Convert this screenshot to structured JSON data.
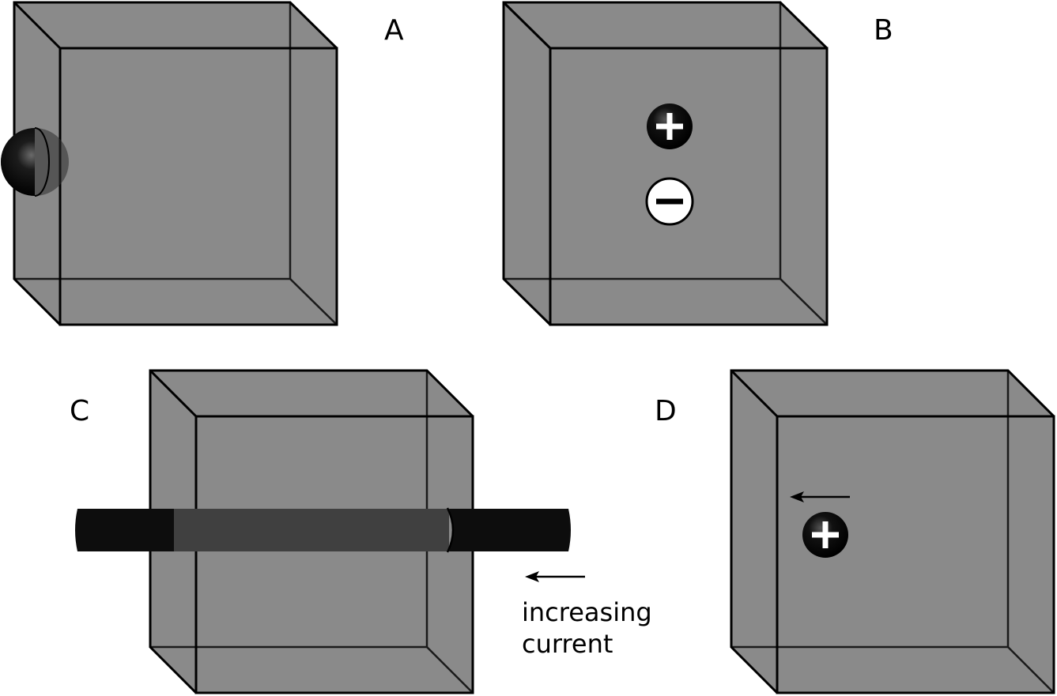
{
  "panels": {
    "a": {
      "label": "A"
    },
    "b": {
      "label": "B"
    },
    "c": {
      "label": "C",
      "caption_line1": "increasing",
      "caption_line2": "current"
    },
    "d": {
      "label": "D"
    }
  },
  "colors": {
    "box_fill": "#8a8a8a",
    "edge": "#000000",
    "wire_dark": "#0d0d0d",
    "wire_inside": "#404040",
    "charge_fill": "#050505",
    "negative_fill": "#ffffff"
  },
  "icons": {
    "positive_charge": "plus-charge-icon",
    "negative_charge": "minus-charge-icon",
    "arrow": "left-arrow-icon"
  }
}
